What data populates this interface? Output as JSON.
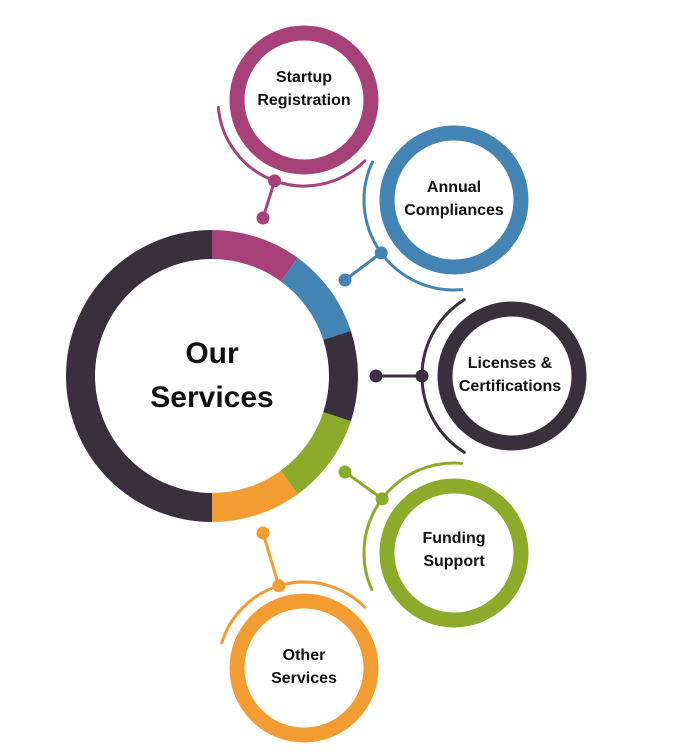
{
  "title": {
    "line1": "Our",
    "line2": "Services"
  },
  "colors": {
    "magenta": "#A8407A",
    "blue": "#4384B4",
    "dark": "#3A2F3D",
    "green": "#8CAB2B",
    "orange": "#F39C31"
  },
  "services": [
    {
      "line1": "Startup",
      "line2": "Registration",
      "color": "#A8407A"
    },
    {
      "line1": "Annual",
      "line2": "Compliances",
      "color": "#4384B4"
    },
    {
      "line1": "Licenses &",
      "line2": "Certifications",
      "color": "#3A2F3D"
    },
    {
      "line1": "Funding",
      "line2": "Support",
      "color": "#8CAB2B"
    },
    {
      "line1": "Other",
      "line2": "Services",
      "color": "#F39C31"
    }
  ]
}
